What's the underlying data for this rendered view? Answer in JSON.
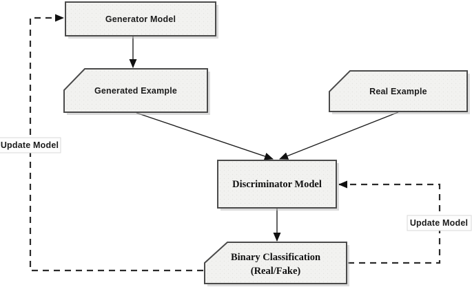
{
  "diagram": {
    "nodes": {
      "generator": {
        "label": "Generator Model",
        "shape": "rectangle"
      },
      "generated_example": {
        "label": "Generated Example",
        "shape": "card"
      },
      "real_example": {
        "label": "Real Example",
        "shape": "card"
      },
      "discriminator": {
        "label": "Discriminator Model",
        "shape": "rectangle"
      },
      "binary_classification": {
        "label_line1": "Binary Classification",
        "label_line2": "(Real/Fake)",
        "shape": "card"
      }
    },
    "edge_labels": {
      "update_model_left": "Update Model",
      "update_model_right": "Update Model"
    },
    "connections": [
      {
        "from": "Generator Model",
        "to": "Generated Example",
        "style": "solid-arrow"
      },
      {
        "from": "Generated Example",
        "to": "Discriminator Model",
        "style": "solid-arrow"
      },
      {
        "from": "Real Example",
        "to": "Discriminator Model",
        "style": "solid-arrow"
      },
      {
        "from": "Discriminator Model",
        "to": "Binary Classification (Real/Fake)",
        "style": "solid-arrow"
      },
      {
        "from": "Binary Classification (Real/Fake)",
        "to": "Generator Model",
        "style": "dashed-arrow",
        "label": "Update Model"
      },
      {
        "from": "Binary Classification (Real/Fake)",
        "to": "Discriminator Model",
        "style": "dashed-arrow",
        "label": "Update Model"
      }
    ],
    "colors": {
      "background": "#ffffff",
      "node_fill": "#f2f2f0",
      "node_border": "#4a4a4a",
      "node_shadow": "#bdbdbd",
      "connector": "#1f1f1f",
      "label_background": "#fdfdfd"
    }
  }
}
